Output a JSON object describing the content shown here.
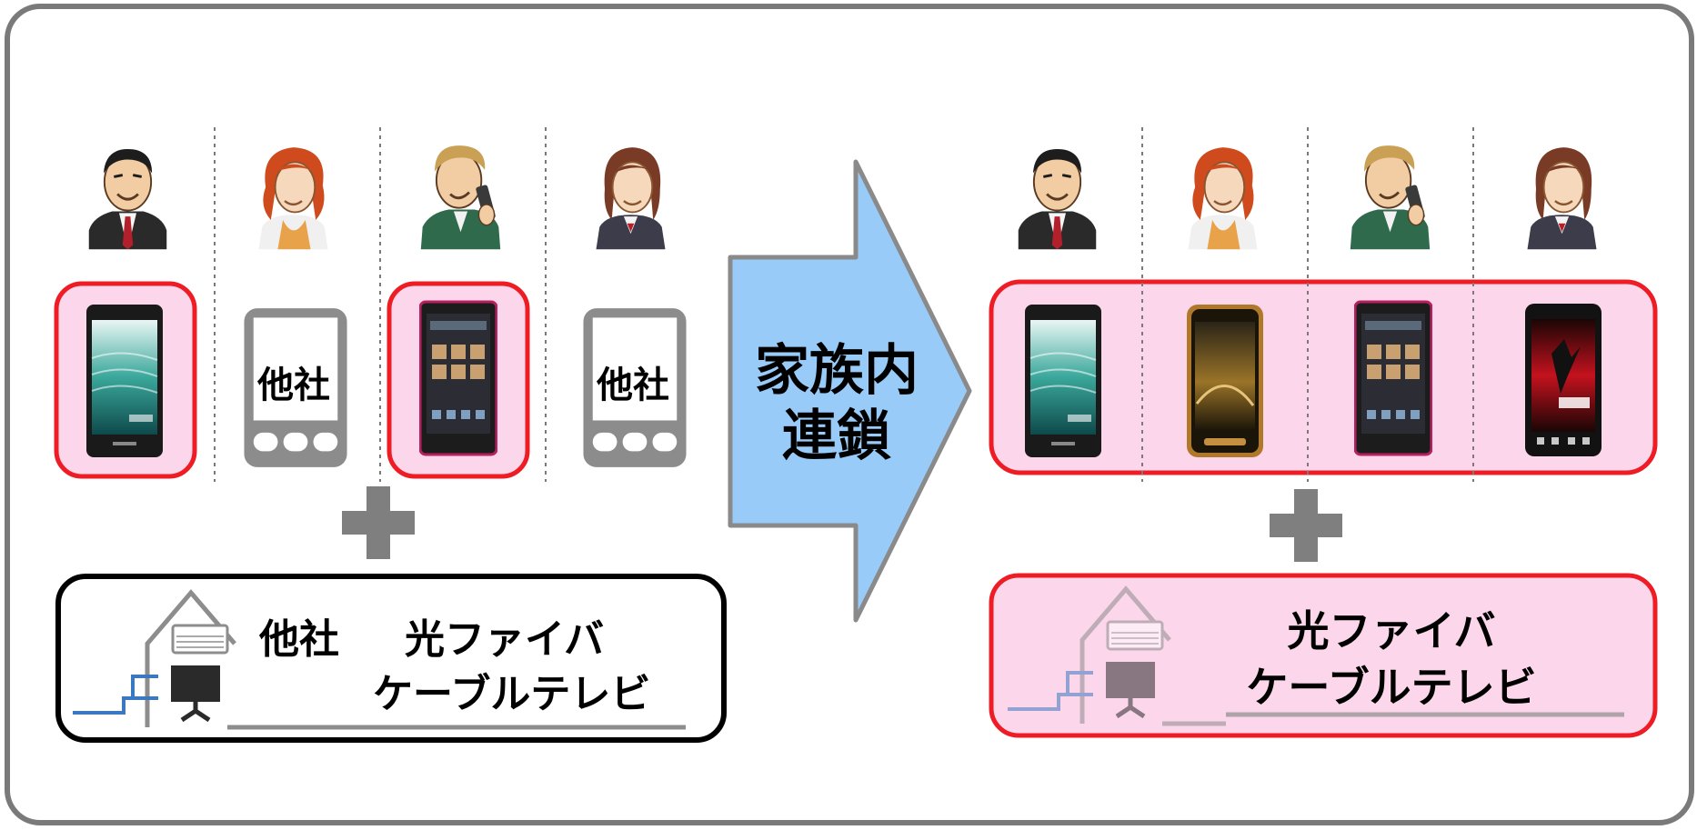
{
  "before": {
    "other_phone_label": "他社",
    "home_carrier_label": "他社",
    "home_line1": "光ファイバ",
    "home_line2": "ケーブルテレビ"
  },
  "arrow": {
    "line1": "家族内",
    "line2": "連鎖"
  },
  "after": {
    "home_line1": "光ファイバ",
    "home_line2": "ケーブルテレビ"
  },
  "colors": {
    "frame": "#7a7a7a",
    "highlight_border": "#ee1c25",
    "highlight_fill": "#fcd6ea",
    "arrow_fill": "#99cbf9",
    "gray_device": "#8c8c8c",
    "plus": "#7f7f7f"
  },
  "icons": [
    "person-man-suit-icon",
    "person-woman-redhair-icon",
    "person-man-phone-icon",
    "person-woman-brownhair-icon",
    "smartphone-icon",
    "generic-phone-icon",
    "house-icon",
    "tv-icon",
    "air-conditioner-icon",
    "plus-icon"
  ]
}
